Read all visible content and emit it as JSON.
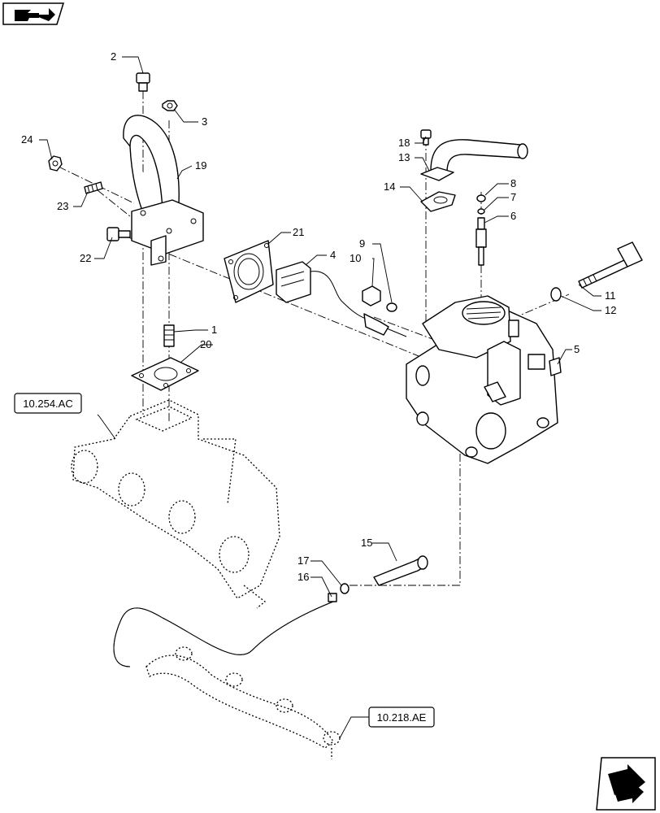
{
  "callouts": [
    {
      "id": "c1",
      "text": "1"
    },
    {
      "id": "c2",
      "text": "2"
    },
    {
      "id": "c3",
      "text": "3"
    },
    {
      "id": "c4",
      "text": "4"
    },
    {
      "id": "c5",
      "text": "5"
    },
    {
      "id": "c6",
      "text": "6"
    },
    {
      "id": "c7",
      "text": "7"
    },
    {
      "id": "c8",
      "text": "8"
    },
    {
      "id": "c9",
      "text": "9"
    },
    {
      "id": "c10",
      "text": "10"
    },
    {
      "id": "c11",
      "text": "11"
    },
    {
      "id": "c12",
      "text": "12"
    },
    {
      "id": "c13",
      "text": "13"
    },
    {
      "id": "c14",
      "text": "14"
    },
    {
      "id": "c15",
      "text": "15"
    },
    {
      "id": "c16",
      "text": "16"
    },
    {
      "id": "c17",
      "text": "17"
    },
    {
      "id": "c18",
      "text": "18"
    },
    {
      "id": "c19",
      "text": "19"
    },
    {
      "id": "c20",
      "text": "20"
    },
    {
      "id": "c21",
      "text": "21"
    },
    {
      "id": "c22",
      "text": "22"
    },
    {
      "id": "c23",
      "text": "23"
    },
    {
      "id": "c24",
      "text": "24"
    }
  ],
  "references": {
    "exhaust_manifold": "10.254.AC",
    "intake_manifold": "10.218.AE"
  },
  "icons": {
    "top_left": "navigate-back-icon",
    "bottom_right": "navigate-next-icon"
  }
}
